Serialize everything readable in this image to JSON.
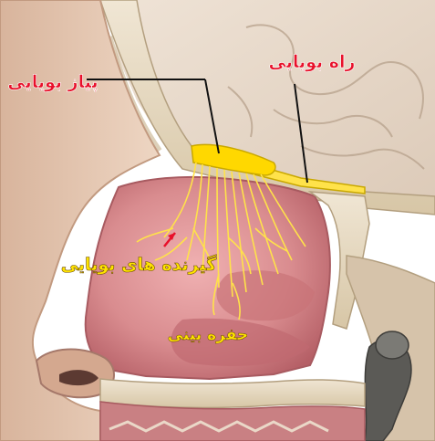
{
  "labels": {
    "olfactory_bulb": "پیاز بویایی",
    "olfactory_tract": "راه بویایی",
    "olfactory_receptors": "گیرنده های بویایی",
    "nasal_cavity": "حفره بینی"
  },
  "colors": {
    "red_label": "#e8102a",
    "yellow_label": "#ffe400",
    "nerve": "#ffe24a",
    "cavity": "#d98c8f",
    "bone": "#e9dcc4",
    "skin": "#e6c9b2"
  }
}
